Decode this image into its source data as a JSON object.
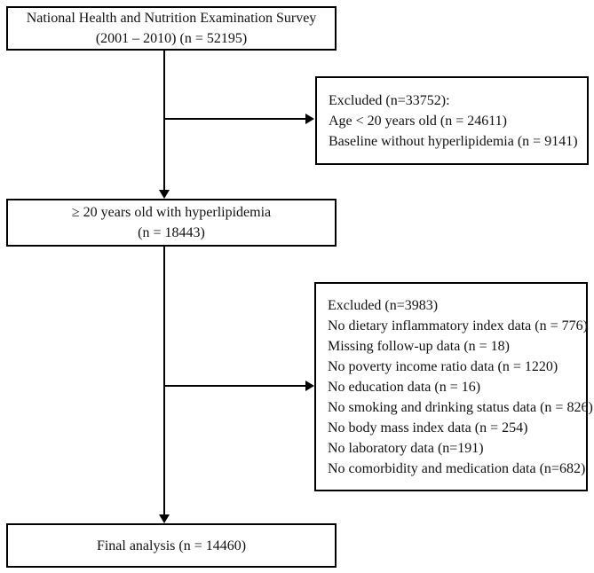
{
  "diagram": {
    "title": "Study participant selection flowchart",
    "boxes": {
      "nhanes": {
        "line1": "National Health and Nutrition Examination Survey",
        "line2": "(2001 – 2010) (n = 52195)"
      },
      "excluded1": {
        "lines": [
          "Excluded (n=33752):",
          "Age < 20 years old (n = 24611)",
          "Baseline without hyperlipidemia (n = 9141)"
        ]
      },
      "eligible": {
        "line1": "≥ 20 years old with hyperlipidemia",
        "line2": "(n = 18443)"
      },
      "excluded2": {
        "lines": [
          "Excluded (n=3983)",
          "No dietary inflammatory index data (n = 776)",
          "Missing follow-up data (n = 18)",
          "No poverty income ratio data (n = 1220)",
          "No education data (n = 16)",
          "No smoking and drinking status data (n = 826)",
          "No body mass index data (n = 254)",
          "No laboratory data (n=191)",
          "No comorbidity and medication data (n=682)"
        ]
      },
      "final": {
        "line1": "Final analysis (n = 14460)"
      }
    },
    "colors": {
      "border": "#000000",
      "text": "#111111",
      "background": "#ffffff"
    }
  }
}
